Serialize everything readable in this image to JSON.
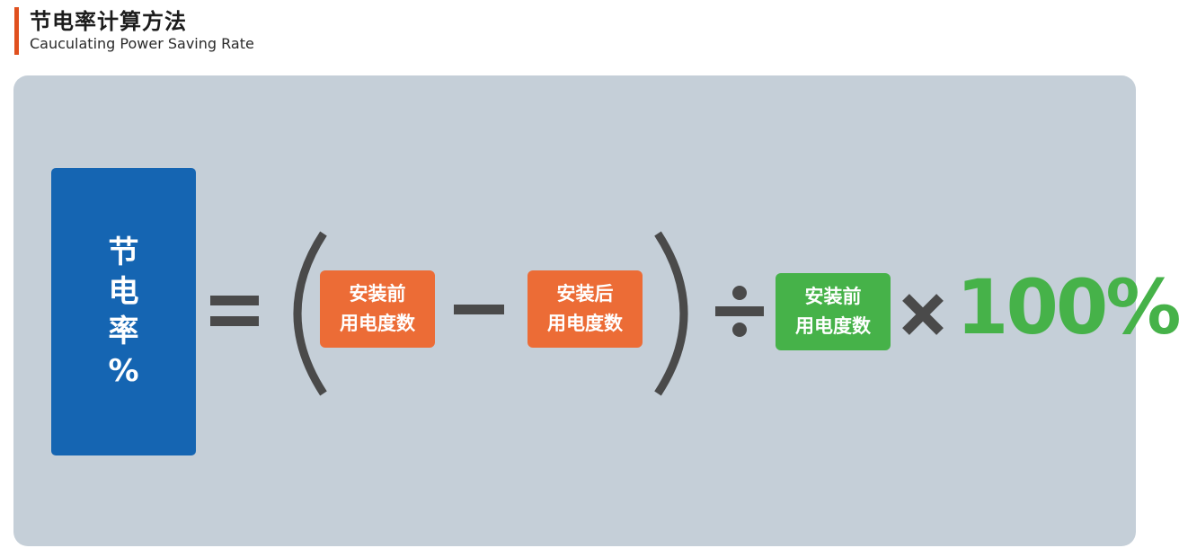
{
  "header": {
    "title": "节电率计算方法",
    "subtitle": "Cauculating Power Saving Rate"
  },
  "colors": {
    "accent": "#e0501e",
    "result_box": "#1565b2",
    "term_orange": "#ec6c36",
    "term_green": "#46b249",
    "panel": "#c5cfd8",
    "operator": "#4a4a4a"
  },
  "formula": {
    "result_chars": [
      "节",
      "电",
      "率",
      "%"
    ],
    "equals": "=",
    "open_paren": "(",
    "term_before": {
      "line1": "安装前",
      "line2": "用电度数"
    },
    "minus": "−",
    "term_after": {
      "line1": "安装后",
      "line2": "用电度数"
    },
    "close_paren": ")",
    "divide": "÷",
    "term_divisor": {
      "line1": "安装前",
      "line2": "用电度数"
    },
    "times": "×",
    "percent": "100%"
  }
}
